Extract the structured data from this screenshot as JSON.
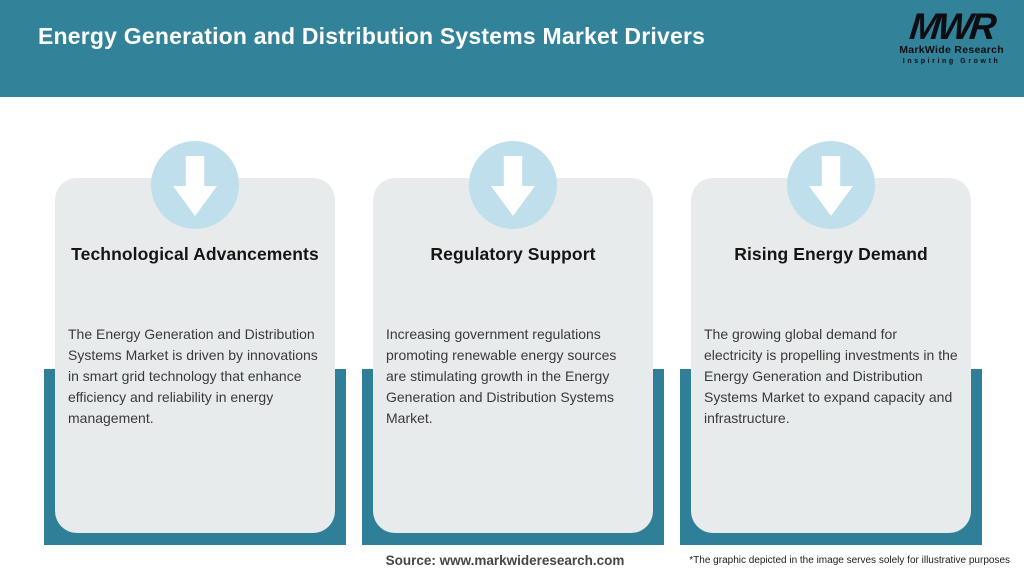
{
  "header": {
    "title": "Energy Generation and Distribution Systems Market Drivers",
    "logo": {
      "monogram": "MWR",
      "company": "MarkWide Research",
      "tagline": "Inspiring Growth"
    }
  },
  "cards": [
    {
      "icon": "down-arrow-icon",
      "title": "Technological Advancements",
      "body": "The Energy Generation and Distribution Systems Market is driven by innovations in smart grid technology that enhance efficiency and reliability in energy management."
    },
    {
      "icon": "down-arrow-icon",
      "title": "Regulatory Support",
      "body": "Increasing government regulations promoting renewable energy sources are stimulating growth in the Energy Generation and Distribution Systems Market."
    },
    {
      "icon": "down-arrow-icon",
      "title": "Rising Energy Demand",
      "body": "The growing global demand for electricity is propelling investments in the Energy Generation and Distribution Systems Market to expand capacity and infrastructure."
    }
  ],
  "footer": {
    "source": "Source: www.markwideresearch.com",
    "disclaimer": "*The graphic depicted in the image serves solely for illustrative purposes"
  },
  "colors": {
    "header_teal": "#32829a",
    "accent_teal": "#2f7f98",
    "card_bg": "#e8ebec",
    "circle_blue": "#bedfeb",
    "title_text": "#ffffff"
  }
}
